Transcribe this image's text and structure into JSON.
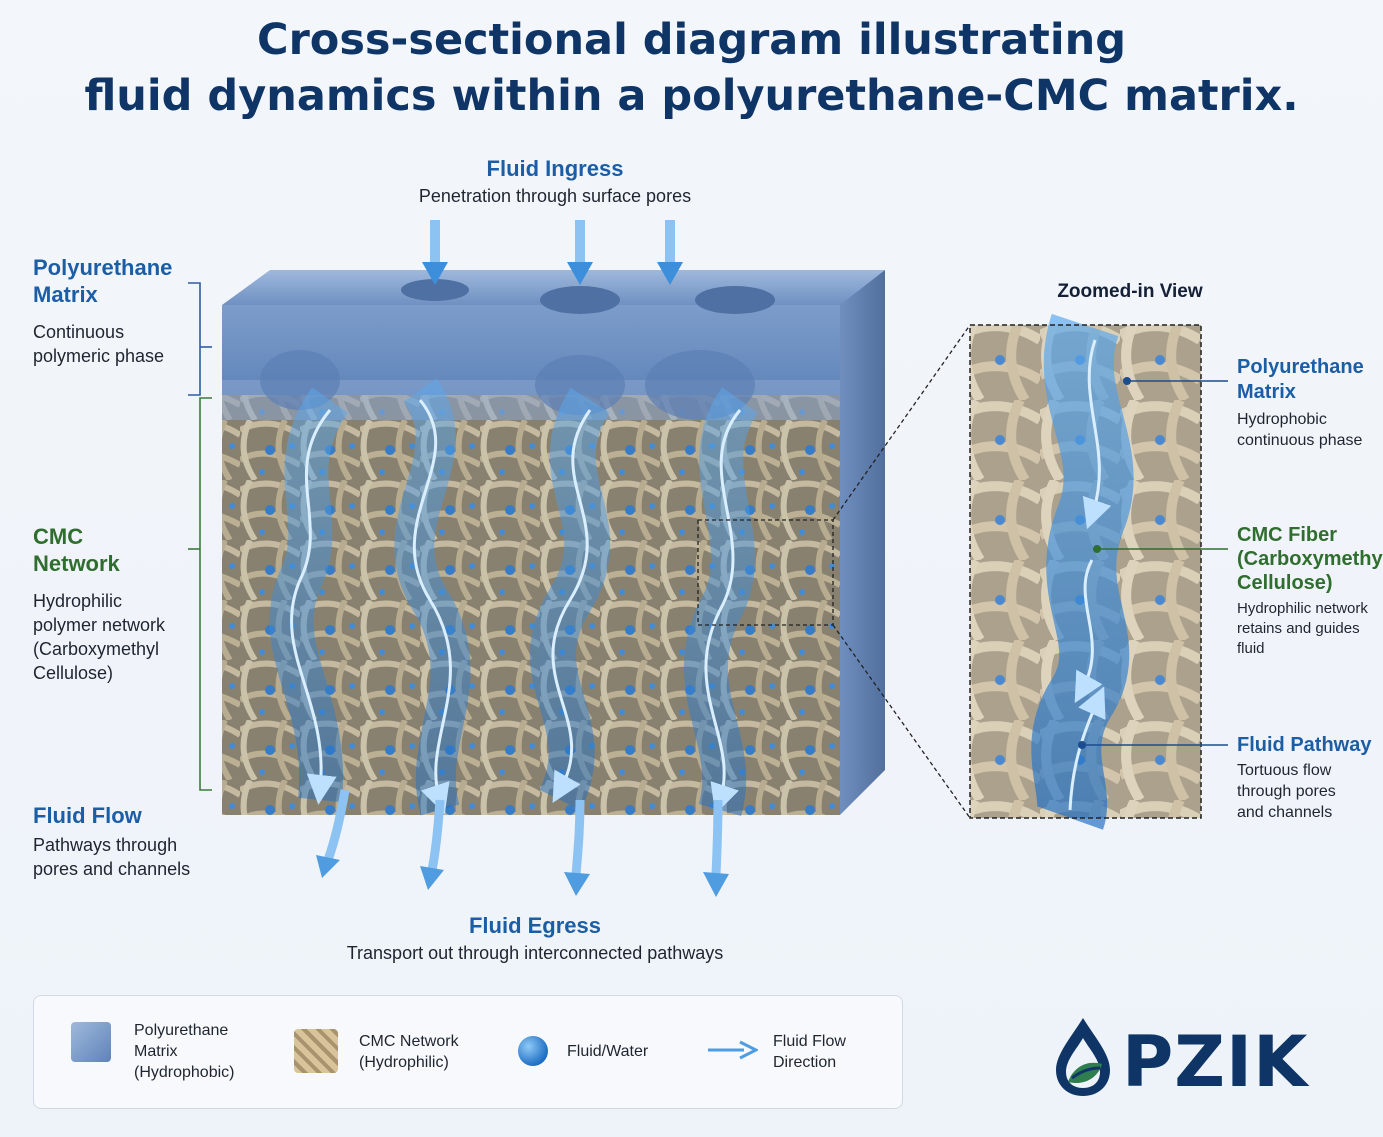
{
  "title": {
    "line1": "Cross-sectional diagram illustrating",
    "line2": "fluid dynamics within a polyurethane-CMC matrix."
  },
  "ingress": {
    "heading": "Fluid Ingress",
    "desc": "Penetration through surface pores"
  },
  "egress": {
    "heading": "Fluid Egress",
    "desc": "Transport out through interconnected pathways"
  },
  "left_labels": {
    "pu": {
      "heading_line1": "Polyurethane",
      "heading_line2": "Matrix",
      "desc_line1": "Continuous",
      "desc_line2": "polymeric phase"
    },
    "cmc": {
      "heading_line1": "CMC",
      "heading_line2": "Network",
      "desc_line1": "Hydrophilic",
      "desc_line2": "polymer network",
      "desc_line3": "(Carboxymethyl",
      "desc_line4": "Cellulose)"
    },
    "flow": {
      "heading": "Fluid Flow",
      "desc_line1": "Pathways through",
      "desc_line2": "pores and channels"
    }
  },
  "zoom": {
    "title": "Zoomed-in View",
    "pu": {
      "heading_line1": "Polyurethane",
      "heading_line2": "Matrix",
      "desc_line1": "Hydrophobic",
      "desc_line2": "continuous phase"
    },
    "cmc": {
      "heading_line1": "CMC Fiber",
      "heading_line2": "(Carboxymethyl",
      "heading_line3": "Cellulose)",
      "desc_line1": "Hydrophilic network",
      "desc_line2": "retains and guides",
      "desc_line3": "fluid"
    },
    "pathway": {
      "heading": "Fluid Pathway",
      "desc_line1": "Tortuous flow",
      "desc_line2": "through pores",
      "desc_line3": "and channels"
    }
  },
  "legend": {
    "items": [
      {
        "line1": "Polyurethane",
        "line2": "Matrix",
        "line3": "(Hydrophobic)",
        "icon": "pu-swatch-icon"
      },
      {
        "line1": "CMC Network",
        "line2": "(Hydrophilic)",
        "icon": "cmc-swatch-icon"
      },
      {
        "line1": "Fluid/Water",
        "icon": "water-drop-icon"
      },
      {
        "line1": "Fluid Flow",
        "line2": "Direction",
        "icon": "arrow-right-icon"
      }
    ]
  },
  "logo": {
    "text": "PZIK",
    "icon": "water-drop-leaf-icon"
  },
  "colors": {
    "title": "#0f3566",
    "heading_blue": "#1c5ea6",
    "heading_green": "#2f6e2f",
    "polyurethane": "#7f9fcb",
    "cmc_fiber": "#c9b48a",
    "fluid": "#2f86d6"
  }
}
